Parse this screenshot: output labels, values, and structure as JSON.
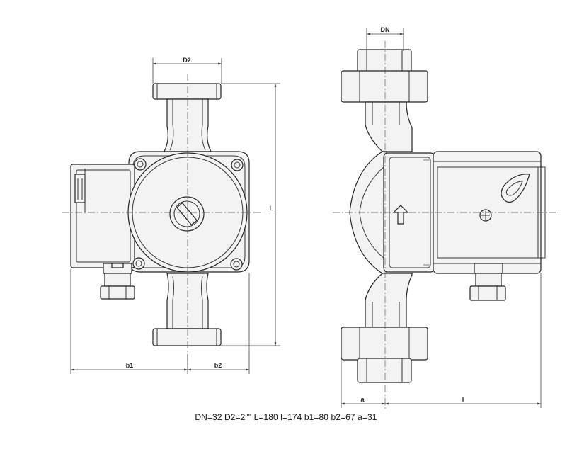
{
  "labels": {
    "d2": "D2",
    "dn": "DN",
    "L": "L",
    "l": "l",
    "b1": "b1",
    "b2": "b2",
    "a": "a"
  },
  "caption": "DN=32 D2=2\"\" L=180 l=174 b1=80 b2=67 a=31"
}
